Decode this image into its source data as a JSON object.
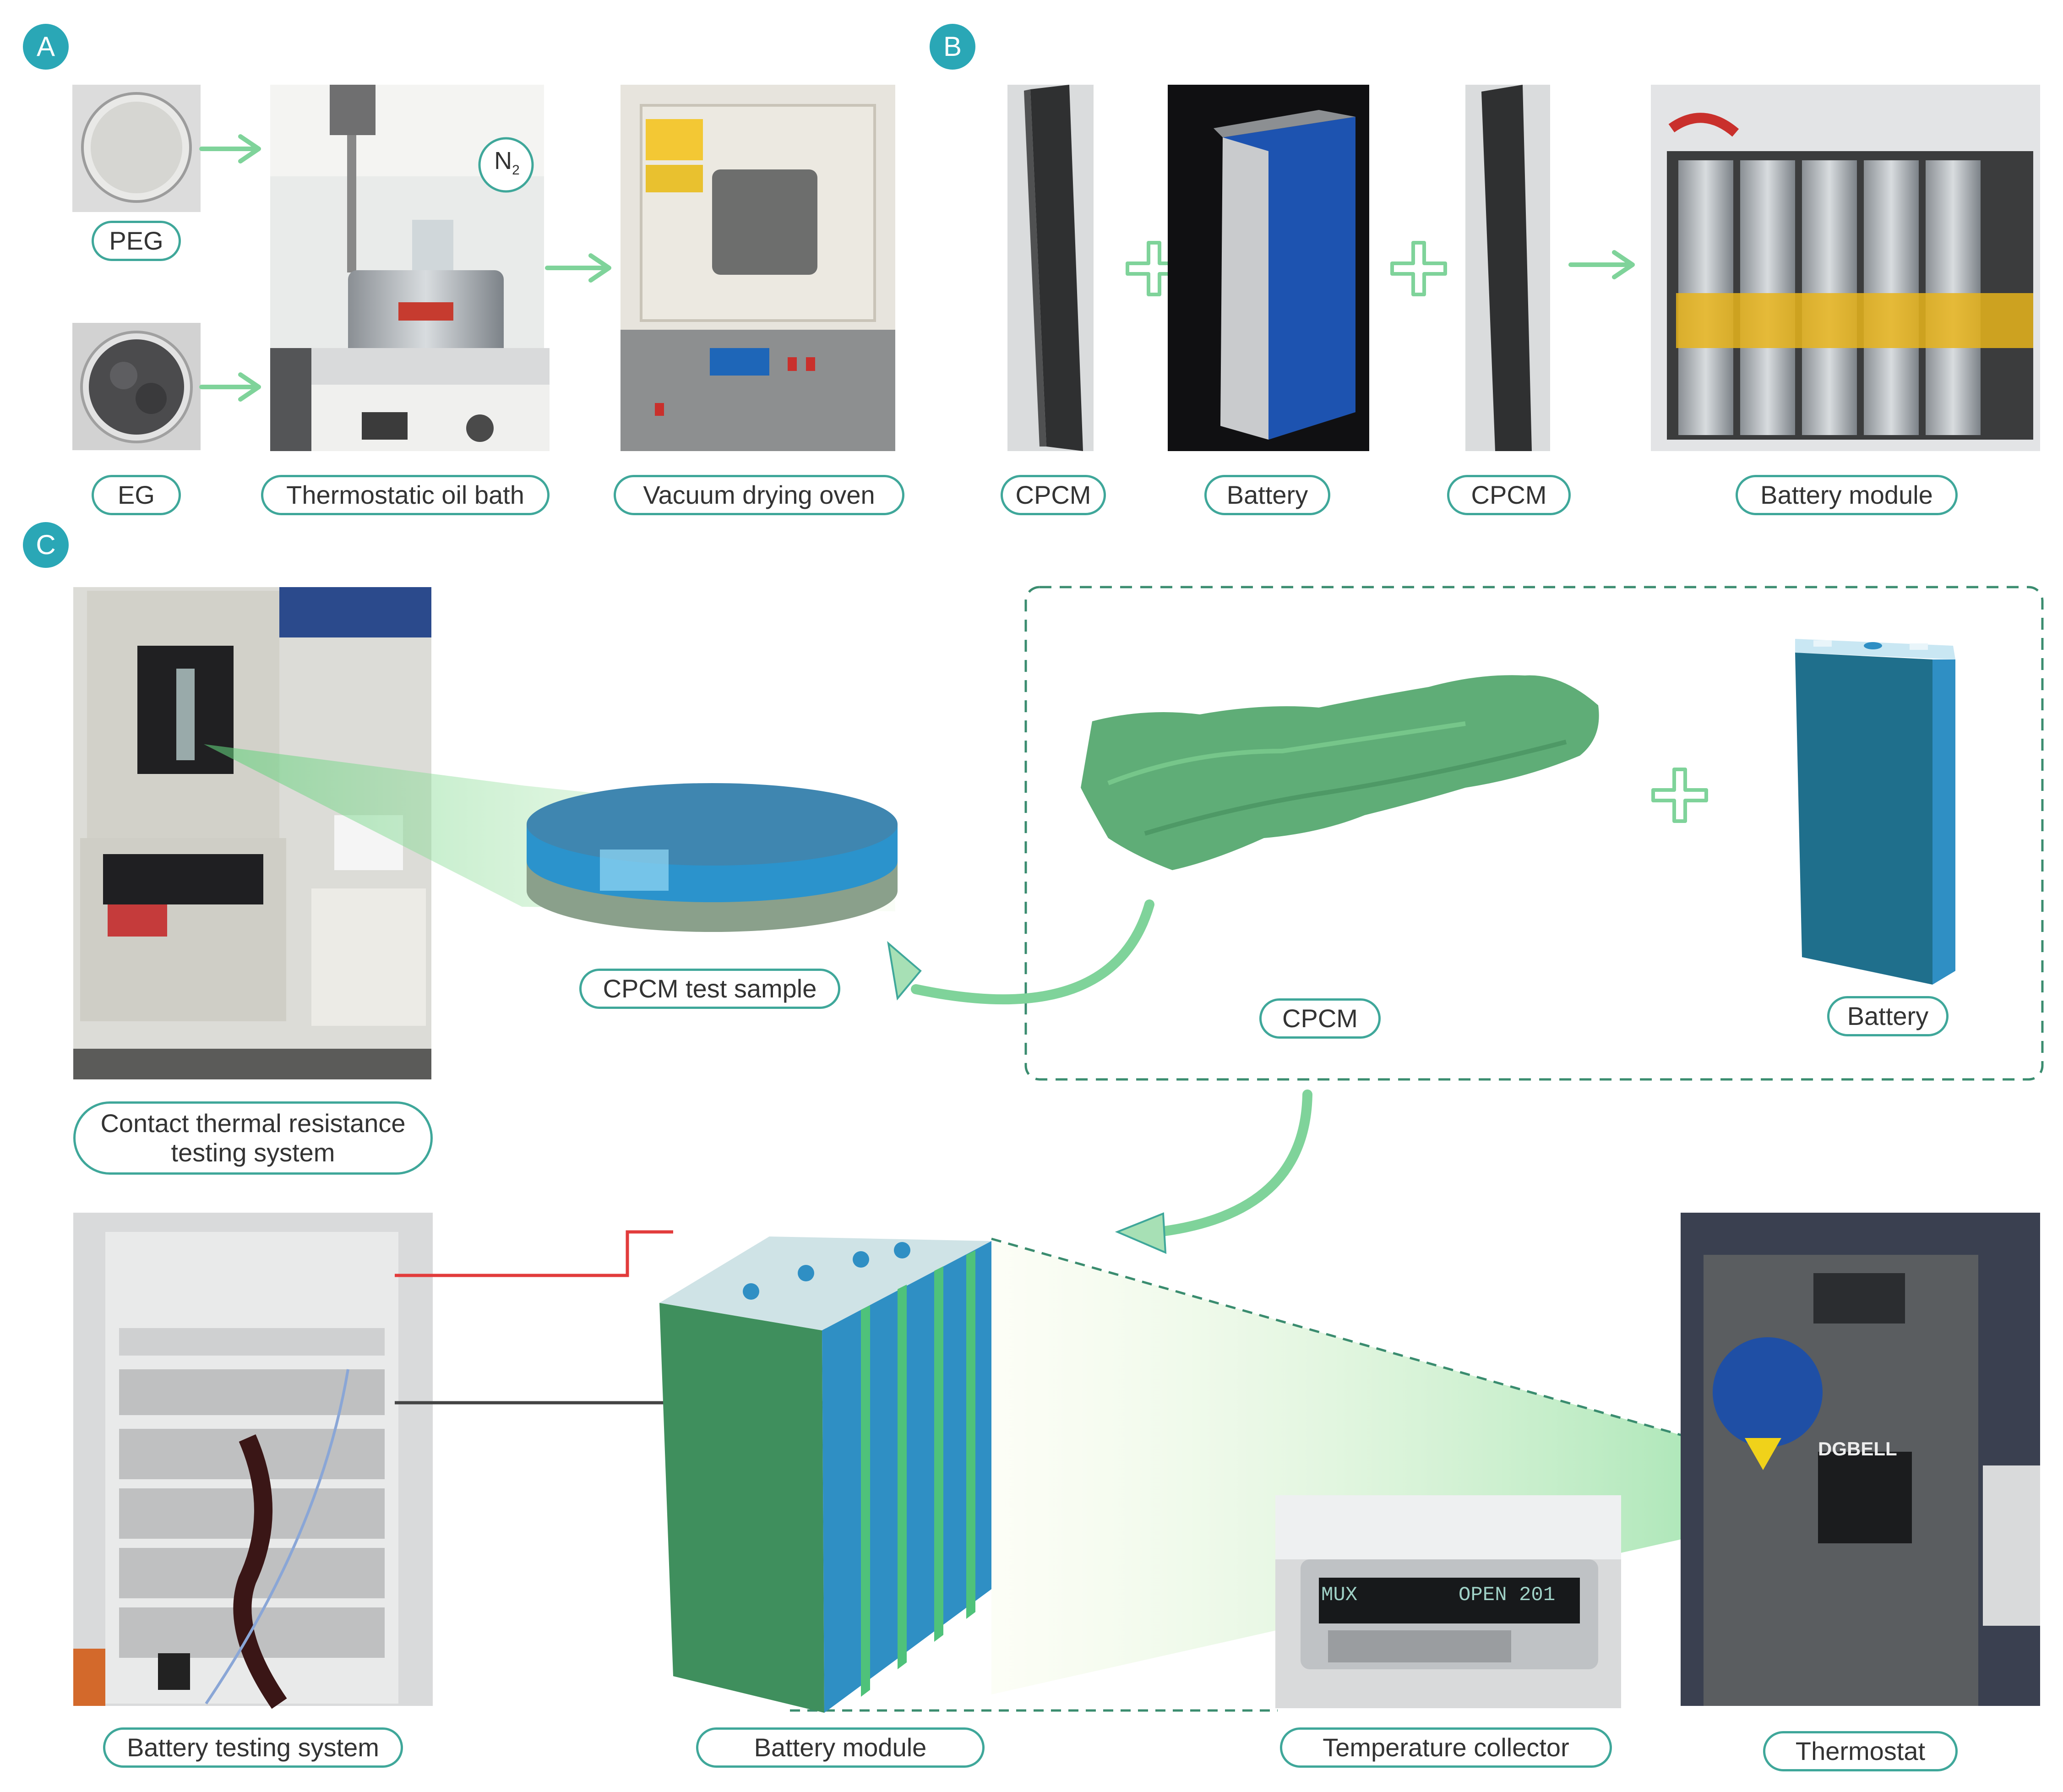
{
  "panels": {
    "a": "A",
    "b": "B",
    "c": "C"
  },
  "labels": {
    "peg": "PEG",
    "eg": "EG",
    "oil_bath": "Thermostatic oil bath",
    "oven": "Vacuum drying oven",
    "cpcm_left": "CPCM",
    "battery_b": "Battery",
    "cpcm_right": "CPCM",
    "module_b": "Battery module",
    "cpcm_sample": "CPCM test sample",
    "cpcm_c": "CPCM",
    "battery_c": "Battery",
    "contact_system": "Contact thermal resistance testing system",
    "battery_tester": "Battery testing system",
    "module_c": "Battery module",
    "temp_collector": "Temperature collector",
    "thermostat": "Thermostat"
  },
  "photo_text": {
    "n2": "N",
    "n2_sub": "2",
    "display_left": "MUX",
    "display_right": "OPEN 201",
    "brand": "DGBELL"
  },
  "colors": {
    "accent": "#2aa7b6",
    "pill_border": "#3fa79a",
    "arrow_green": "#7fd39a",
    "cpcm_green": "#3f8f5d",
    "battery_blue": "#2f8fc4",
    "wire_red": "#e23b3b"
  },
  "icons": [
    "arrow-right-icon",
    "plus-icon",
    "curved-arrow-icon"
  ]
}
